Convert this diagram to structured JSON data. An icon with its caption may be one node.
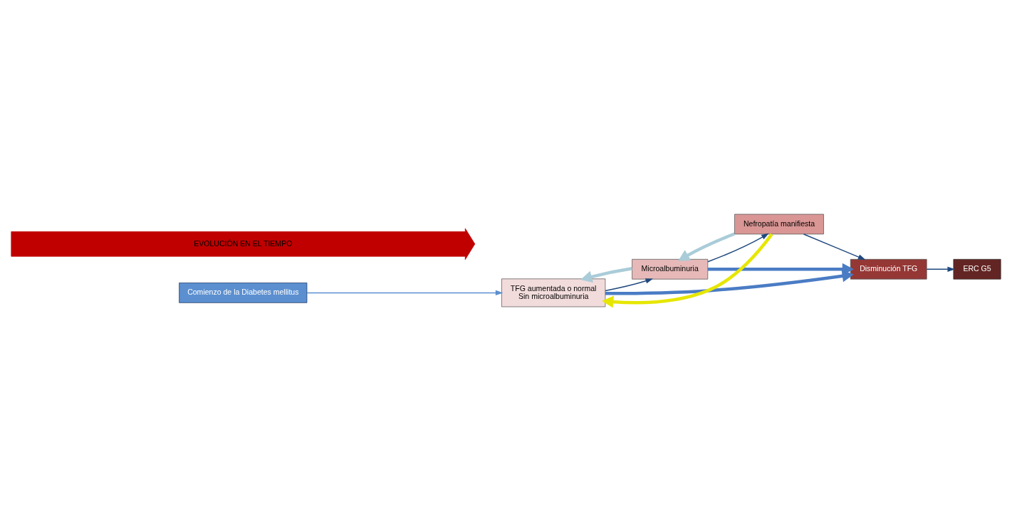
{
  "diagram": {
    "nodes": [
      {
        "text": [
          "Comienzo de la Diabetes mellitus"
        ]
      },
      {
        "text": [
          "TFG aumentada o normal",
          "Sin microalbuminuria"
        ]
      },
      {
        "text": [
          "Microalbuminuria"
        ]
      },
      {
        "text": [
          "Nefropatía manifiesta"
        ]
      },
      {
        "text": [
          "Disminución TFG"
        ]
      },
      {
        "text": [
          "ERC G5"
        ]
      },
      {
        "text": [
          "EVOLUCIÓN EN EL TIEMPO"
        ]
      }
    ],
    "edges": [
      {
        "from": 0,
        "to": 1,
        "arrow": "to",
        "color": "#5b8fd0"
      },
      {
        "from": 1,
        "to": 2,
        "arrow": "to"
      },
      {
        "from": 2,
        "to": 3,
        "arrow": "to"
      },
      {
        "from": 3,
        "to": 4,
        "arrow": "to"
      },
      {
        "from": 4,
        "to": 5,
        "arrow": "to"
      },
      {
        "from": 1,
        "to": 4,
        "arrow": "to",
        "style": "thick",
        "color": "#4a7cc4"
      },
      {
        "from": 2,
        "to": 4,
        "arrow": "to",
        "style": "thick",
        "color": "#4a7cc4"
      },
      {
        "from": 2,
        "to": 1,
        "arrow": "to",
        "style": "thick",
        "color": "#a9ccd8"
      },
      {
        "from": 3,
        "to": 1,
        "arrow": "to",
        "style": "thick",
        "color": "#e6e600"
      },
      {
        "from": 3,
        "to": 2,
        "arrow": "to",
        "style": "thick",
        "color": "#a9ccd8"
      }
    ]
  }
}
